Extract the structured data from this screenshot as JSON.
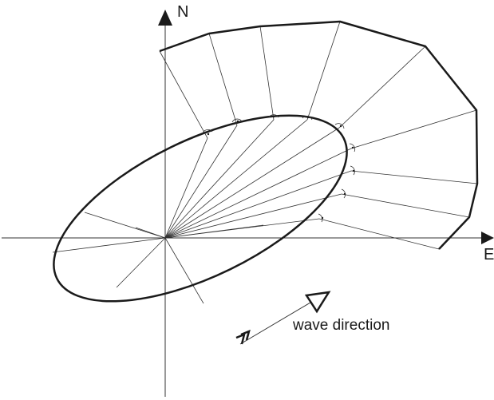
{
  "labels": {
    "north": "N",
    "east": "E",
    "wave_direction": "wave direction"
  },
  "colors": {
    "ink": "#1a1a1a",
    "thin_line": "#333333",
    "background": "#ffffff"
  }
}
